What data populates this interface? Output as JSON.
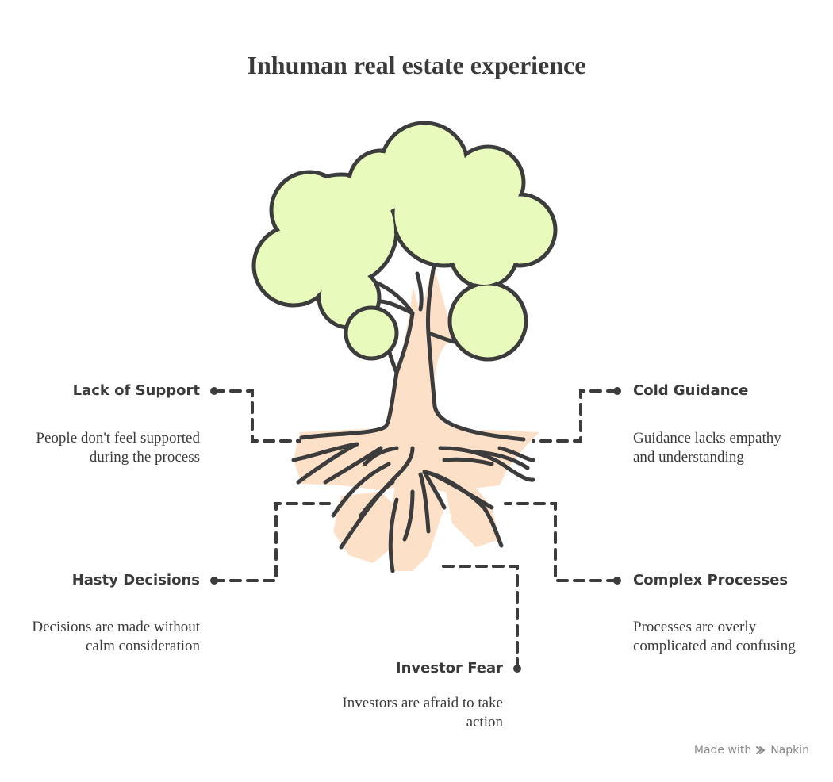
{
  "title": "Inhuman real estate experience",
  "colors": {
    "foliage": "#e8fbbc",
    "trunk": "#fde0c8",
    "stroke": "#3c3c3c",
    "text": "#3a3a3a"
  },
  "items": [
    {
      "label": "Lack of Support",
      "description": "People don't feel supported during the process",
      "side": "left"
    },
    {
      "label": "Cold Guidance",
      "description": "Guidance lacks empathy and understanding",
      "side": "right"
    },
    {
      "label": "Hasty Decisions",
      "description": "Decisions are made without calm consideration",
      "side": "left"
    },
    {
      "label": "Complex Processes",
      "description": "Processes are overly complicated and confusing",
      "side": "right"
    },
    {
      "label": "Investor Fear",
      "description": "Investors are afraid to take action",
      "side": "bottom"
    }
  ],
  "credit": {
    "made_with": "Made with",
    "brand": "Napkin"
  }
}
